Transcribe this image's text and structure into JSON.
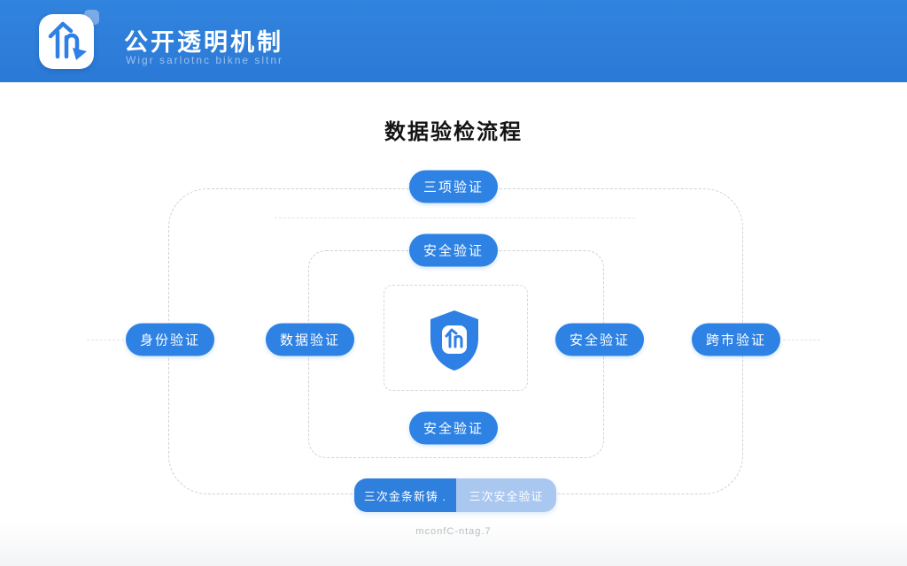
{
  "header": {
    "title": "公开透明机制",
    "subtitle": "Wigr sarlotnc bikne sltnr",
    "bg_color": "#2e7cd9",
    "logo_icon": "company-building-logo"
  },
  "main": {
    "title": "数据验检流程",
    "footer_note": "mconfC-ntag.7"
  },
  "diagram": {
    "center_icon": "security-shield",
    "nodes": {
      "top": "三项验证",
      "upper": "安全验证",
      "left_outer": "身份验证",
      "left_inner": "数据验证",
      "right_inner": "安全验证",
      "right_outer": "跨市验证",
      "bottom": "安全验证"
    },
    "bottom_bar": {
      "left": "三次金条新铸 .",
      "right": "三次安全验证"
    },
    "colors": {
      "pill_blue": "#2e82e4",
      "pill_light_blue": "#a9c7ef",
      "dashed_border": "#ccd2d9",
      "shield_blue": "#2f80e4",
      "header_blue": "#2e7cd9"
    }
  }
}
